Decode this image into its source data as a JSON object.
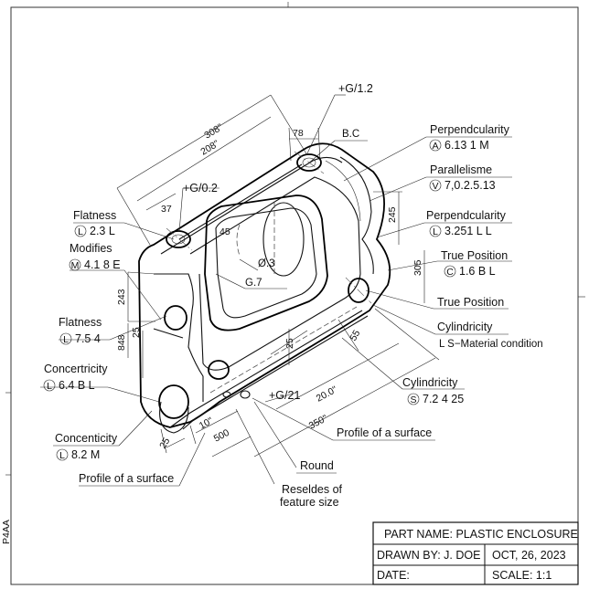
{
  "drawing": {
    "labels": {
      "perpendicularity_1": "Perpendcularity",
      "perpendicularity_1_value": "6.13 1 M",
      "perpendicularity_1_sym": "A",
      "parallelism": "Parallelisme",
      "parallelism_value": "7,0.2.5.13",
      "parallelism_sym": "V",
      "perpendicularity_2": "Perpendcularity",
      "perpendicularity_2_value": "3.251 L L",
      "perpendicularity_2_sym": "L",
      "true_position_1": "True Position",
      "true_position_1_value": "1.6 B L",
      "true_position_1_sym": "C",
      "true_position_2": "True Position",
      "cylindricity_1": "Cylindricity",
      "cylindricity_1_value": "L S−Material condition",
      "cylindricity_2": "Cylindricity",
      "cylindricity_2_value": "7.2 4 25",
      "cylindricity_2_sym": "S",
      "flatness_1": "Flatness",
      "flatness_1_value": "2.3 L",
      "flatness_1_sym": "L",
      "modifies": "Modifies",
      "modifies_value": "4.1 8 E",
      "modifies_sym": "M",
      "flatness_2": "Flatness",
      "flatness_2_value": "7.5 4",
      "flatness_2_sym": "L",
      "concentricity_1": "Concertricity",
      "concentricity_1_value": "6.4 B L",
      "concentricity_1_sym": "L",
      "concentricity_2": "Concenticity",
      "concentricity_2_value": "8.2 M",
      "concentricity_2_sym": "L",
      "profile_surface_1": "Profile of a surface",
      "profile_surface_2": "Profile of a surface",
      "round": "Round",
      "reselect_line1": "Reseldes of",
      "reselect_line2": "feature size",
      "g_top": "+G/1.2",
      "g_mid": "+G/0.2",
      "g_low": "+G/21",
      "bc": "B.C",
      "g7": "G.7",
      "phi": "Ø.3",
      "margin_code": "P4AA"
    },
    "dimensions": {
      "d308": "308\"",
      "d208": "208\"",
      "d78": "78",
      "d37": "37",
      "d45": "45",
      "d245": "245",
      "d305": "305",
      "d243": "243",
      "d25a": "25",
      "d848": "848",
      "d25b": "25",
      "d55": "55",
      "d20": "20.0\"",
      "d350": "350\"",
      "d500": "500",
      "d10": "10\"",
      "d25c": "25"
    }
  },
  "title_block": {
    "part_name": "PART NAME: PLASTIC ENCLOSURE",
    "drawn_by": "DRAWN BY: J. DOE",
    "date_value": "OCT, 26, 2023",
    "date_label": "DATE:",
    "scale": "SCALE: 1:1"
  }
}
